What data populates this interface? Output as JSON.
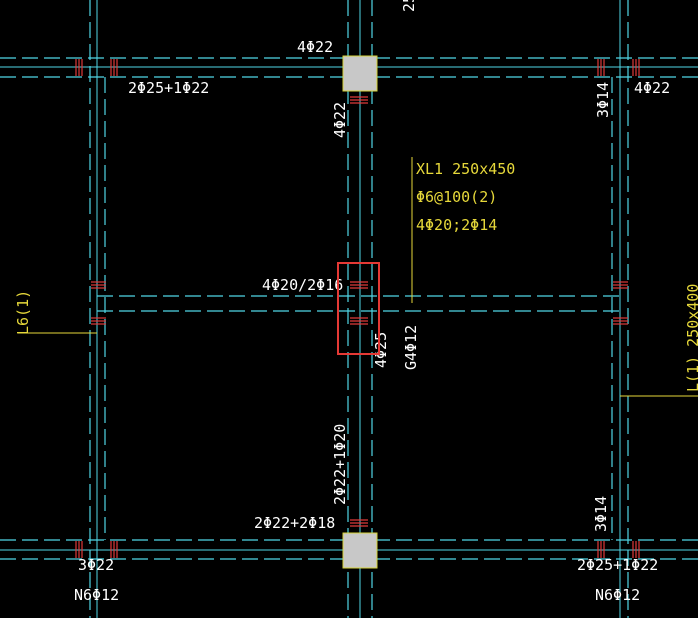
{
  "colors": {
    "background": "#000000",
    "beam_line": "#4fd6e6",
    "axis_line": "#4fd6e6",
    "rebar_mark": "#e03a3a",
    "column_fill": "#c8c8c8",
    "column_border": "#d6d23a",
    "text_white": "#ffffff",
    "text_yellow": "#e6d83a",
    "highlight_box": "#e53935"
  },
  "labels": {
    "top_beam_top": "4Φ22",
    "top_left_beam": "2Φ25+1Φ22",
    "top_right_vertical": "3Φ14",
    "top_right_beam": "4Φ22",
    "center_vertical_upper": "4Φ22",
    "top_cut": "25",
    "xl_name": "XL1 250x450",
    "xl_stirrup": "Φ6@100(2)",
    "xl_rebar": "4Φ20;2Φ14",
    "middle_beam": "4Φ20/2Φ16",
    "middle_vertical_a": "4Φ25",
    "middle_vertical_b": "G4Φ12",
    "left_tag": "L6(1)",
    "right_tag": "L(1) 250x400",
    "center_vertical_lower": "2Φ22+1Φ20",
    "bottom_right_vertical": "3Φ14",
    "bottom_beam_top": "2Φ22+2Φ18",
    "bottom_left_a": "3Φ22",
    "bottom_left_b": "N6Φ12",
    "bottom_right_a": "2Φ25+1Φ22",
    "bottom_right_b": "N6Φ12"
  }
}
